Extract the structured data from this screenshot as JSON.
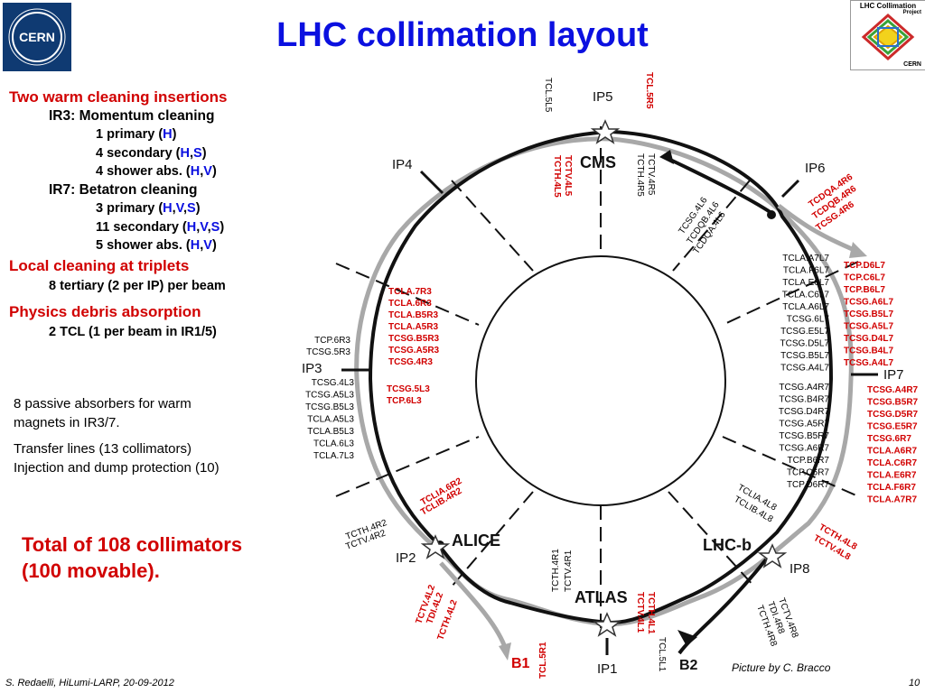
{
  "title": "LHC collimation layout",
  "logos": {
    "left": "CERN",
    "right_title": "LHC Collimation",
    "right_sub": "Project",
    "right_bottom": "CERN"
  },
  "left_panel": {
    "warm_heading": "Two warm cleaning insertions",
    "ir3": "IR3: Momentum cleaning",
    "ir3_items": [
      {
        "pre": "1 primary (",
        "parts": [
          "H"
        ],
        "post": ")"
      },
      {
        "pre": "4 secondary (",
        "parts": [
          "H",
          "S"
        ],
        "post": ")"
      },
      {
        "pre": "4 shower abs. (",
        "parts": [
          "H",
          "V"
        ],
        "post": ")"
      }
    ],
    "ir7": "IR7: Betatron cleaning",
    "ir7_items": [
      {
        "pre": "3 primary (",
        "parts": [
          "H",
          "V",
          "S"
        ],
        "post": ")"
      },
      {
        "pre": "11 secondary (",
        "parts": [
          "H",
          "V",
          "S"
        ],
        "post": ")"
      },
      {
        "pre": "5 shower abs. (",
        "parts": [
          "H",
          "V"
        ],
        "post": ")"
      }
    ],
    "triplet_heading": "Local cleaning at triplets",
    "triplet_text": "8 tertiary (2 per IP) per beam",
    "debris_heading": "Physics debris absorption",
    "debris_text": "2 TCL (1 per beam in IR1/5)"
  },
  "notes": {
    "passive1": "8 passive absorbers for warm",
    "passive2": "magnets in IR3/7.",
    "transfer1": "Transfer lines (13 collimators)",
    "transfer2": "Injection and dump protection (10)"
  },
  "total": {
    "line1": "Total of 108 collimators",
    "line2": "(100 movable)."
  },
  "footer": {
    "left": "S. Redaelli, HiLumi-LARP, 20-09-2012",
    "page": "10",
    "credit": "Picture by C. Bracco"
  },
  "diagram": {
    "ips": {
      "ip1": "IP1",
      "ip2": "IP2",
      "ip3": "IP3",
      "ip4": "IP4",
      "ip5": "IP5",
      "ip6": "IP6",
      "ip7": "IP7",
      "ip8": "IP8"
    },
    "experiments": {
      "cms": "CMS",
      "alice": "ALICE",
      "atlas": "ATLAS",
      "lhcb": "LHC-b"
    },
    "beams": {
      "b1": "B1",
      "b2": "B2"
    },
    "colors": {
      "red": "#d10000",
      "black": "#000000",
      "blue": "#0b10e0",
      "beam1": "#111111",
      "beam2": "#a8a8a8"
    },
    "ir3_black": [
      "TCP.6R3",
      "TCSG.5R3"
    ],
    "ir3_red_top": [
      "TCLA.7R3",
      "TCLA.6R3",
      "TCLA.B5R3",
      "TCLA.A5R3",
      "TCSG.B5R3",
      "TCSG.A5R3",
      "TCSG.4R3"
    ],
    "ir3_red_bottom": [
      "TCSG.5L3",
      "TCP.6L3"
    ],
    "ir3_black_left": [
      "TCSG.4L3",
      "TCSG.A5L3",
      "TCSG.B5L3",
      "TCLA.A5L3",
      "TCLA.B5L3",
      "TCLA.6L3",
      "TCLA.7L3"
    ],
    "ir7_black_top": [
      "TCLA.A7L7",
      "TCLA.F6L7",
      "TCLA.E6L7",
      "TCLA.C6L7",
      "TCLA.A6L7",
      "TCSG.6L7",
      "TCSG.E5L7",
      "TCSG.D5L7",
      "TCSG.B5L7",
      "TCSG.A4L7"
    ],
    "ir7_red_top": [
      "TCP.D6L7",
      "TCP.C6L7",
      "TCP.B6L7",
      "TCSG.A6L7",
      "TCSG.B5L7",
      "TCSG.A5L7",
      "TCSG.D4L7",
      "TCSG.B4L7",
      "TCSG.A4L7"
    ],
    "ir7_black_bottom": [
      "TCSG.A4R7",
      "TCSG.B4R7",
      "TCSG.D4R7",
      "TCSG.A5R7",
      "TCSG.B5R7",
      "TCSG.A6R7",
      "TCP.B6R7",
      "TCP.C6R7",
      "TCP.D6R7"
    ],
    "ir7_red_bottom": [
      "TCSG.A4R7",
      "TCSG.B5R7",
      "TCSG.D5R7",
      "TCSG.E5R7",
      "TCSG.6R7",
      "TCLA.A6R7",
      "TCLA.C6R7",
      "TCLA.E6R7",
      "TCLA.F6R7",
      "TCLA.A7R7"
    ],
    "ir5_black": [
      "TCL.5L5",
      "TCTV.4R5",
      "TCTH.4R5"
    ],
    "ir5_red": [
      "TCL.5R5",
      "TCTV.4L5",
      "TCTH.4L5"
    ],
    "ir6_black": [
      "TCSG.4L6",
      "TCDQB.4L6",
      "TCDQA.4L6"
    ],
    "ir6_red": [
      "TCDQA.4R6",
      "TCDQB.4R6",
      "TCSG.4R6"
    ],
    "ir2_black": [
      "TCTH.4R2",
      "TCTV.4R2"
    ],
    "ir2_red_inj": [
      "TCLIA.6R2",
      "TCLIB.4R2"
    ],
    "ir2_red": [
      "TCTV.4L2",
      "TDI.4L2",
      "TCTH.4L2"
    ],
    "ir1_black": [
      "TCTH.4R1",
      "TCTV.4R1",
      "TCL.5L1"
    ],
    "ir1_red": [
      "TCTH.4L1",
      "TCTV.4L1",
      "TCL.5R1"
    ],
    "ir8_black_inj": [
      "TCLIA.4L8",
      "TCLIB.4L8"
    ],
    "ir8_red": [
      "TCTH.4L8",
      "TCTV.4L8"
    ],
    "ir8_black": [
      "TCTV.4R8",
      "TDI.4R8",
      "TCTH.4R8"
    ]
  }
}
